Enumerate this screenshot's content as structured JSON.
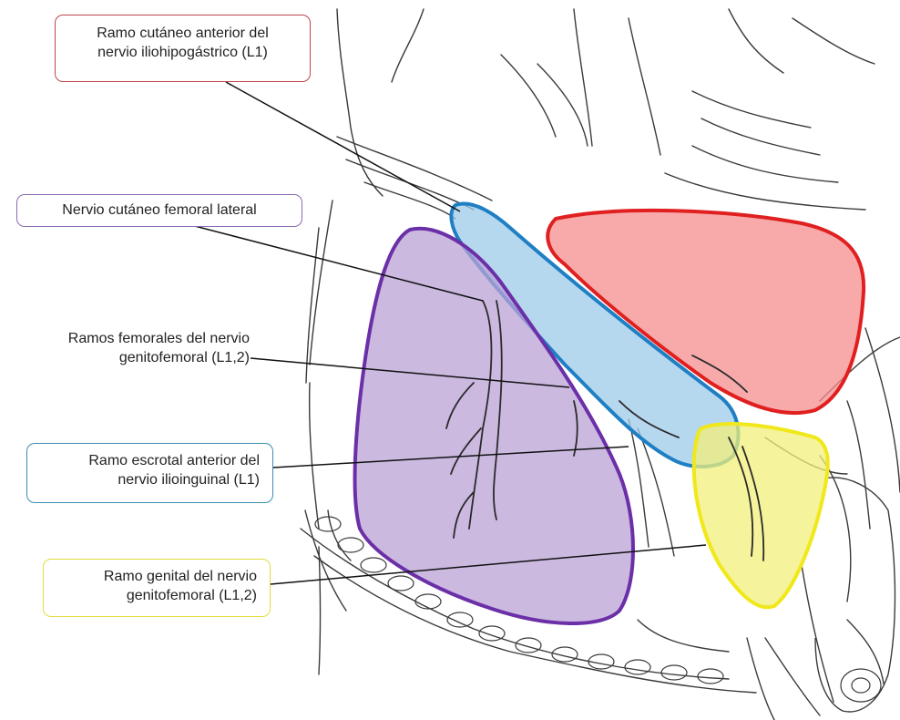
{
  "labels": {
    "iliohypogastric": {
      "line1": "Ramo cutáneo anterior del",
      "line2": "nervio iliohipogástrico (L1)",
      "color": "#c0464a"
    },
    "lateral_femoral": {
      "line1": "Nervio cutáneo femoral lateral",
      "color": "#8a6bb0"
    },
    "femoral_branches": {
      "line1": "Ramos femorales del nervio",
      "line2": "genitofemoral (L1,2)"
    },
    "scrotal": {
      "line1": "Ramo escrotal anterior del",
      "line2": "nervio ilioinguinal (L1)",
      "color": "#3b8fb0"
    },
    "genital": {
      "line1": "Ramo genital del nervio",
      "line2": "genitofemoral (L1,2)",
      "color": "#e3dc3a"
    }
  },
  "regions": {
    "red": {
      "fill": "#f58c8c",
      "stroke": "#e02020"
    },
    "blue": {
      "fill": "#9ecbea",
      "stroke": "#1f7fc4"
    },
    "purple": {
      "fill": "#b9a1d6",
      "stroke": "#6b2fa8"
    },
    "yellow": {
      "fill": "#f2ef7a",
      "stroke": "#f0e81a"
    }
  }
}
